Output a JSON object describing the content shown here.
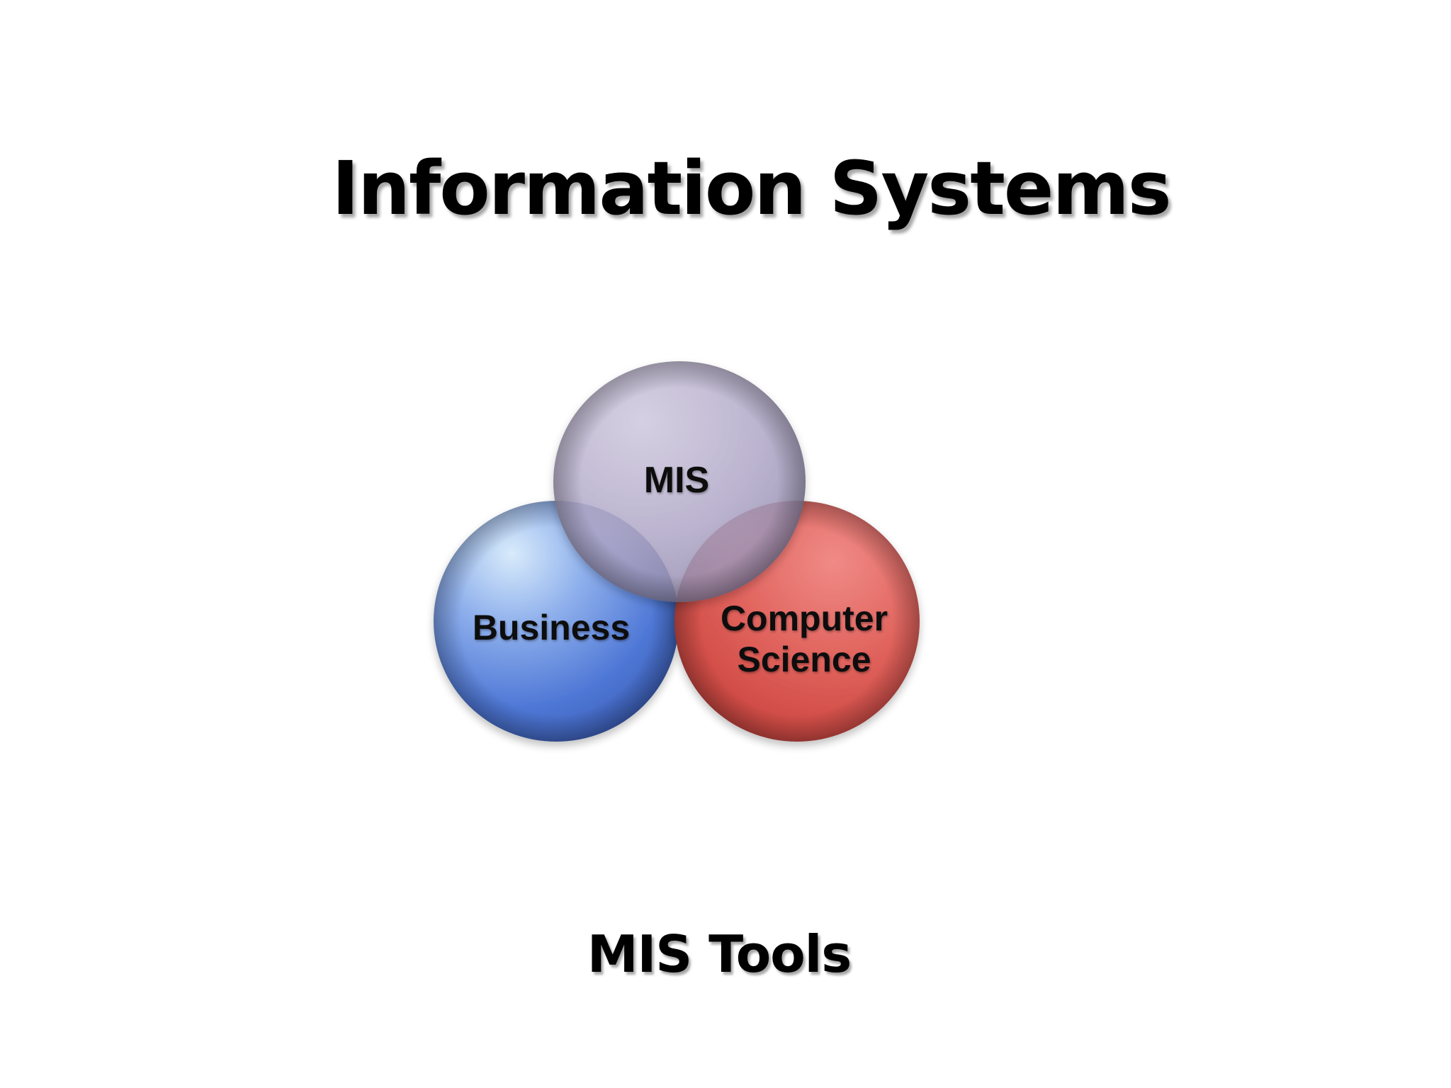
{
  "slide": {
    "title": "Information Systems",
    "subtitle": "MIS Tools"
  },
  "diagram": {
    "type": "venn",
    "circles": [
      {
        "id": "mis",
        "label_lines": [
          "MIS"
        ],
        "color": "#a79ec0"
      },
      {
        "id": "business",
        "label_lines": [
          "Business"
        ],
        "color": "#4f78d6"
      },
      {
        "id": "computer-science",
        "label_lines": [
          "Computer",
          "Science"
        ],
        "color": "#d9504a"
      }
    ]
  }
}
